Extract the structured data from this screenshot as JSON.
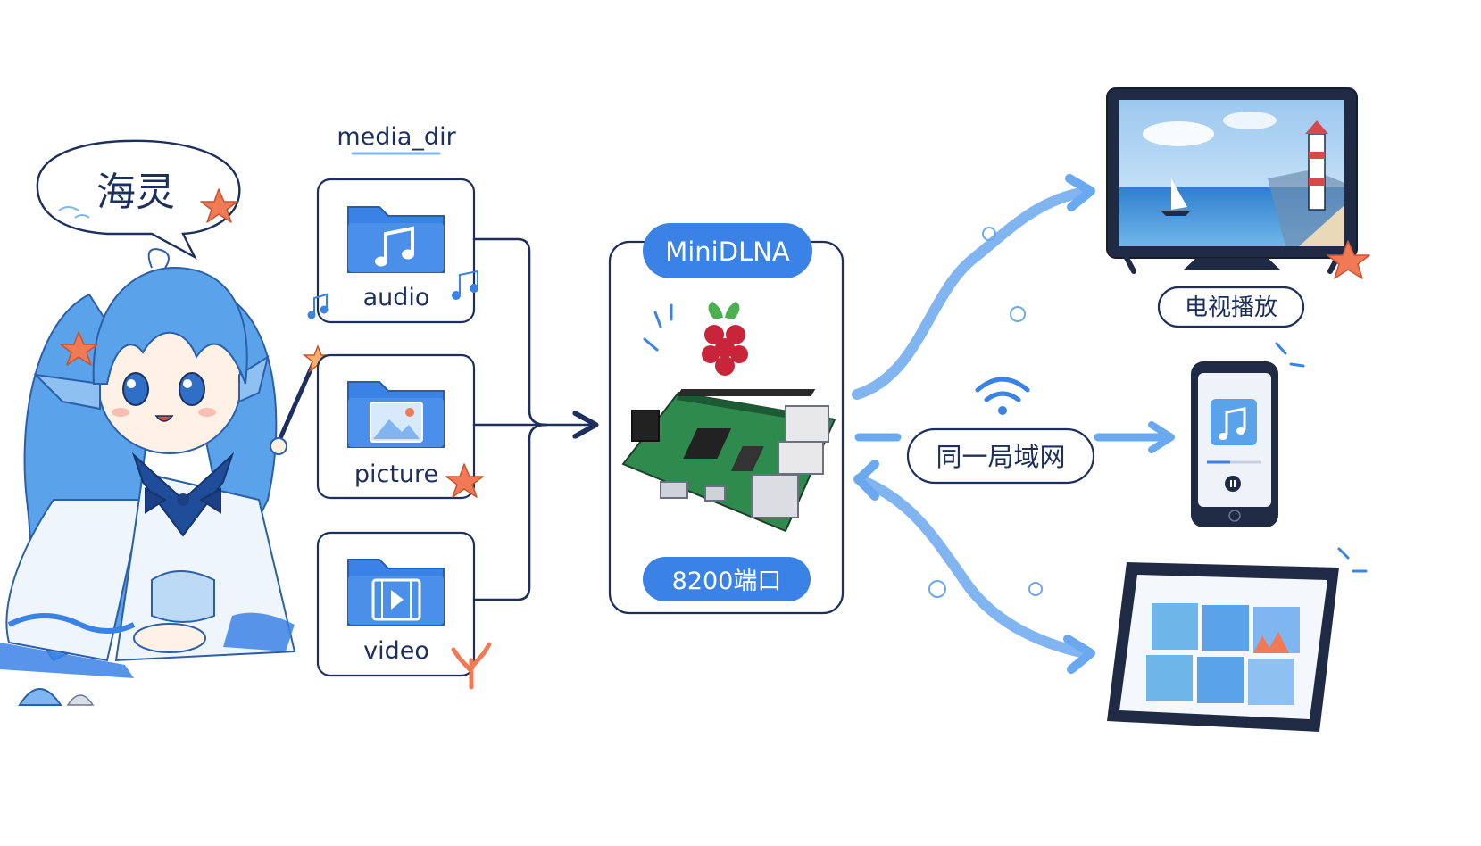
{
  "mascot": {
    "speech_text": "海灵"
  },
  "media_dir": {
    "label": "media_dir",
    "folders": [
      {
        "label": "audio",
        "icon": "music-note-icon"
      },
      {
        "label": "picture",
        "icon": "image-icon"
      },
      {
        "label": "video",
        "icon": "film-icon"
      }
    ]
  },
  "server": {
    "title": "MiniDLNA",
    "port_label": "8200端口",
    "board_icon": "raspberry-pi-icon"
  },
  "network": {
    "label": "同一局域网",
    "icon": "wifi-icon"
  },
  "clients": {
    "tv_label": "电视播放",
    "phone_icon": "music-note-icon",
    "tablet_icon": "photo-grid-icon"
  },
  "colors": {
    "blue": "#3b82e6",
    "light_blue": "#7fb5f0",
    "navy": "#1d2f5c",
    "coral": "#f07a55",
    "green_board": "#2f8a4e"
  }
}
